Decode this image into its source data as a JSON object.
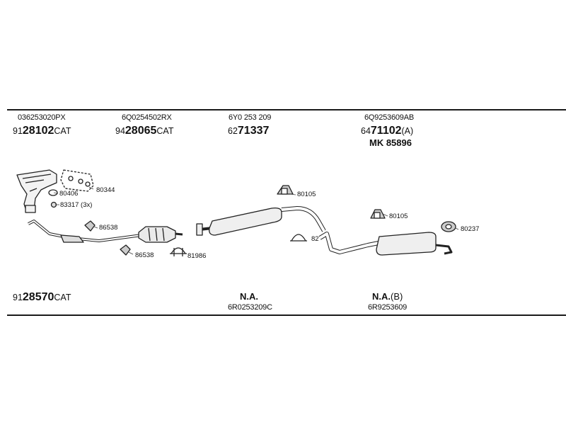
{
  "groups": [
    {
      "code": "036253020PX",
      "pn_prefix": "91",
      "pn_bold": "28102",
      "pn_suffix": "CAT"
    },
    {
      "code": "6Q0254502RX",
      "pn_prefix": "94",
      "pn_bold": "28065",
      "pn_suffix": "CAT"
    },
    {
      "code": "6Y0 253 209",
      "pn_prefix": "62",
      "pn_bold": "71337",
      "pn_suffix": ""
    },
    {
      "code": "6Q9253609AB",
      "pn_prefix": "64",
      "pn_bold": "71102",
      "pn_suffix": "(A)",
      "extra": "MK  85896"
    }
  ],
  "part_labels": [
    "80406",
    "80344",
    "83317 (3x)",
    "86538",
    "86538",
    "81986",
    "80105",
    "80105",
    "80237",
    "82"
  ],
  "bottom": {
    "pn_prefix": "91",
    "pn_bold": "28570",
    "pn_suffix": "CAT",
    "items": [
      {
        "title": "N.A.",
        "suffix": "",
        "code": "6R0253209C"
      },
      {
        "title": "N.A.",
        "suffix": "(B)",
        "code": "6R9253609"
      }
    ]
  }
}
